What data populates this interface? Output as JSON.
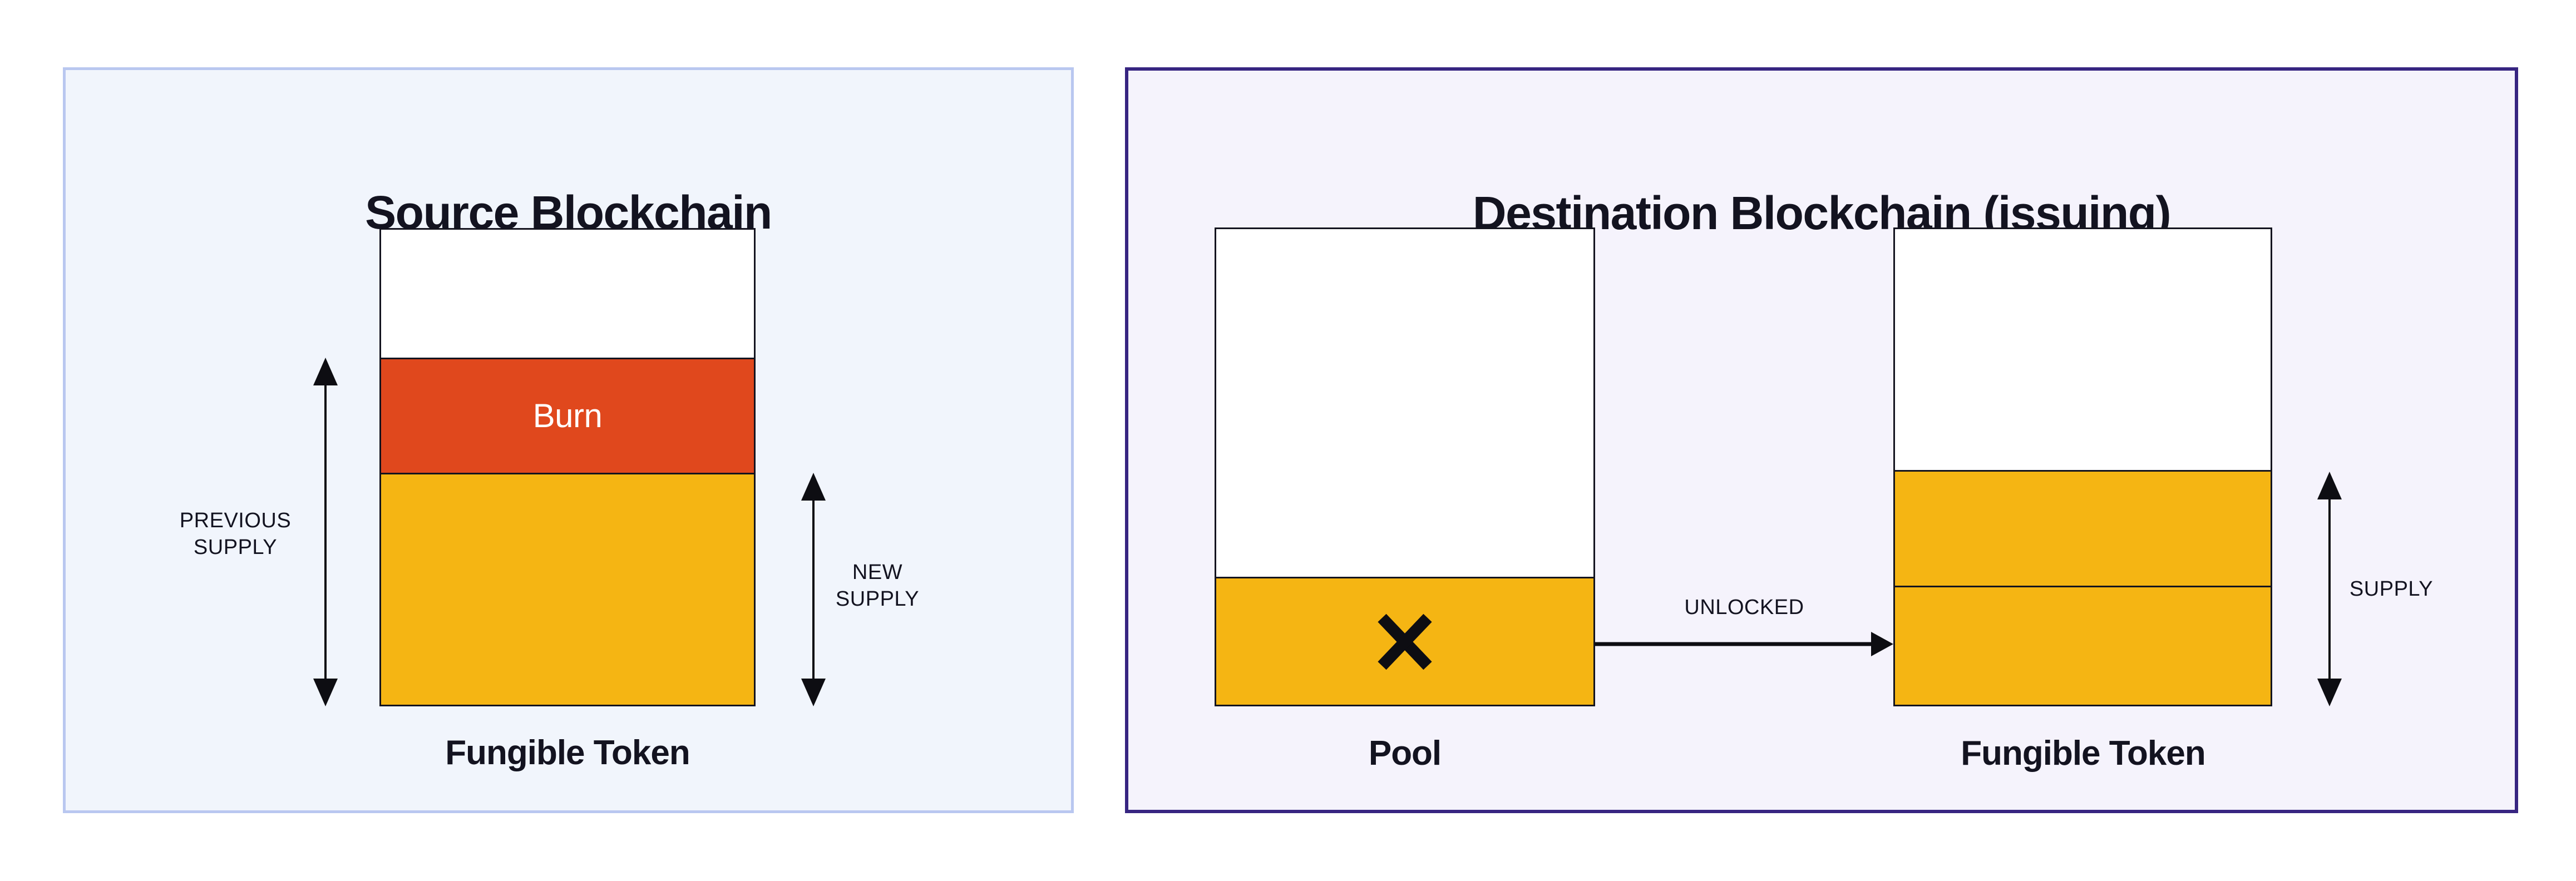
{
  "colors": {
    "source_panel_bg": "#F1F5FC",
    "source_panel_border": "#B9C7F0",
    "dest_panel_bg": "#F5F3FC",
    "dest_panel_border": "#372581",
    "bar_border": "#14141F",
    "burn": "#E0481D",
    "burn_text": "#FFFFFF",
    "token_yellow": "#F5B513",
    "text_dark": "#131320",
    "arrow_black": "#0D0D12"
  },
  "panels": {
    "source": {
      "title": "Source Blockchain",
      "burn_label": "Burn",
      "previous_supply": {
        "line1": "PREVIOUS",
        "line2": "SUPPLY"
      },
      "new_supply": {
        "line1": "NEW",
        "line2": "SUPPLY"
      },
      "token_label": "Fungible Token"
    },
    "destination": {
      "title": "Destination Blockchain (issuing)",
      "pool_label": "Pool",
      "unlocked_label": "UNLOCKED",
      "supply_label": "SUPPLY",
      "token_label": "Fungible Token"
    }
  }
}
